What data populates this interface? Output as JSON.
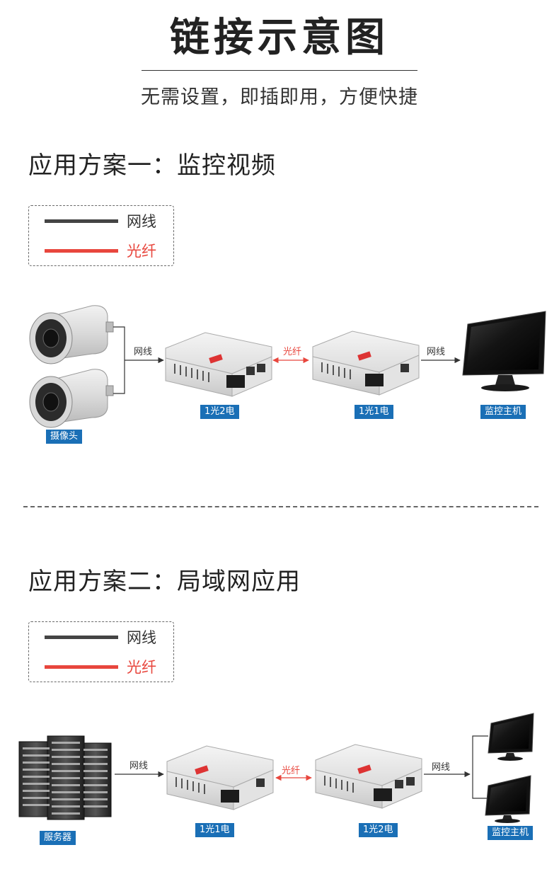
{
  "title": "链接示意图",
  "subtitle": "无需设置，即插即用，方便快捷",
  "colors": {
    "network_cable": "#444444",
    "fiber": "#e8463d",
    "badge": "#1a6fb6"
  },
  "legend": {
    "cable_label": "网线",
    "fiber_label": "光纤"
  },
  "scheme1": {
    "title": "应用方案一：监控视频",
    "camera_label": "摄像头",
    "converter_a_label": "1光2电",
    "converter_b_label": "1光1电",
    "host_label": "监控主机",
    "link_cable_1": "网线",
    "link_fiber": "光纤",
    "link_cable_2": "网线"
  },
  "scheme2": {
    "title": "应用方案二：局域网应用",
    "server_label": "服务器",
    "converter_a_label": "1光1电",
    "converter_b_label": "1光2电",
    "host_label": "监控主机",
    "link_cable_1": "网线",
    "link_fiber": "光纤",
    "link_cable_2": "网线"
  }
}
